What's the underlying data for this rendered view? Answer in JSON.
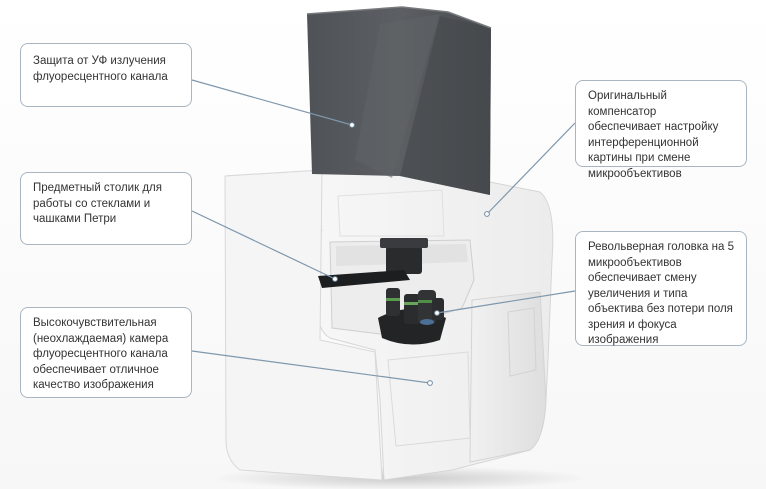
{
  "callouts": {
    "uv_shield": "Защита от УФ излучения\nфлуоресцентного канала",
    "stage": "Предметный столик для\nработы со стеклами и\nчашками Петри",
    "camera": "Высокочувствительная\n(неохлаждаемая) камера\nфлуоресцентного канала\nобеспечивает отличное\nкачество изображения",
    "compensator": "Оригинальный компенсатор\nобеспечивает настройку\nинтерференционной\nкартины при смене\nмикрообъективов",
    "turret": "Револьверная головка на 5\nмикрообъективов\nобеспечивает смену\nувеличения и типа\nобъектива без потери поля\nзрения  и фокуса\nизображения"
  },
  "colors": {
    "callout_border": "#a9b6c1",
    "leader_line": "#7e97ad",
    "shield": "#55585c",
    "body": "#f3f3f3"
  }
}
